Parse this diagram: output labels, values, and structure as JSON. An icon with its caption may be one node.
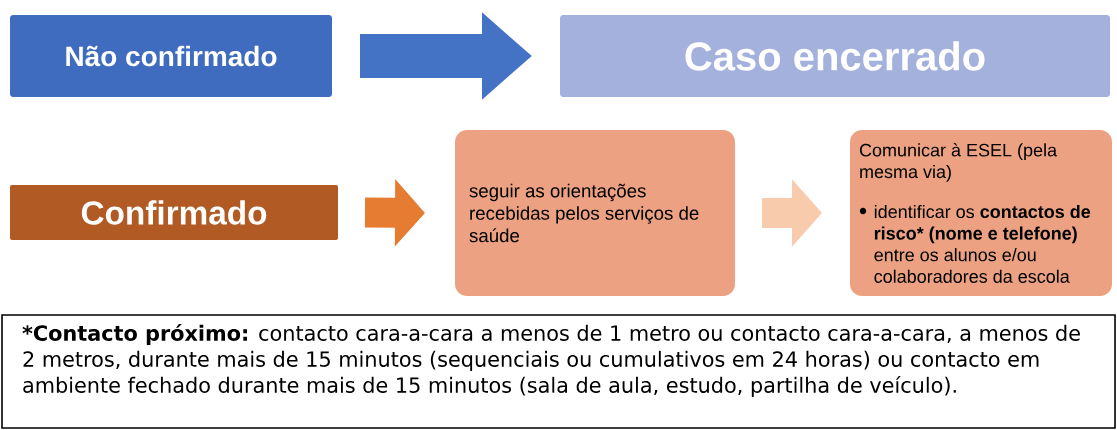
{
  "diagram": {
    "nodes": [
      {
        "text": [
          "Não confirmado"
        ]
      },
      {
        "text": [
          "Caso encerrado"
        ]
      },
      {
        "text": [
          "Confirmado"
        ]
      },
      {
        "text": [
          "seguir as orientações recebidas pelos serviços de saúde"
        ]
      },
      {
        "text": [
          "Comunicar à ESEL  (pela mesma via)",
          "identificar os **contactos de risco* (nome e telefone)** entre os alunos e/ou colaboradores da escola"
        ]
      },
      {
        "text": [
          "***Contacto próximo:** contacto cara-a-cara a menos de 1 metro ou contacto cara-a-cara, a menos de 2 metros, durante mais de 15 minutos (sequenciais ou cumulativos em 24 horas) ou contacto em ambiente fechado durante mais de 15 minutos (sala de aula, estudo, partilha de veículo)."
        ]
      }
    ],
    "edges": [
      {
        "from": 0,
        "to": 1,
        "arrow": "to",
        "color": "#4472c4"
      },
      {
        "from": 2,
        "to": 3,
        "arrow": "to",
        "color": "#e67c32"
      },
      {
        "from": 3,
        "to": 4,
        "arrow": "to",
        "color": "#f8cbad"
      }
    ]
  }
}
